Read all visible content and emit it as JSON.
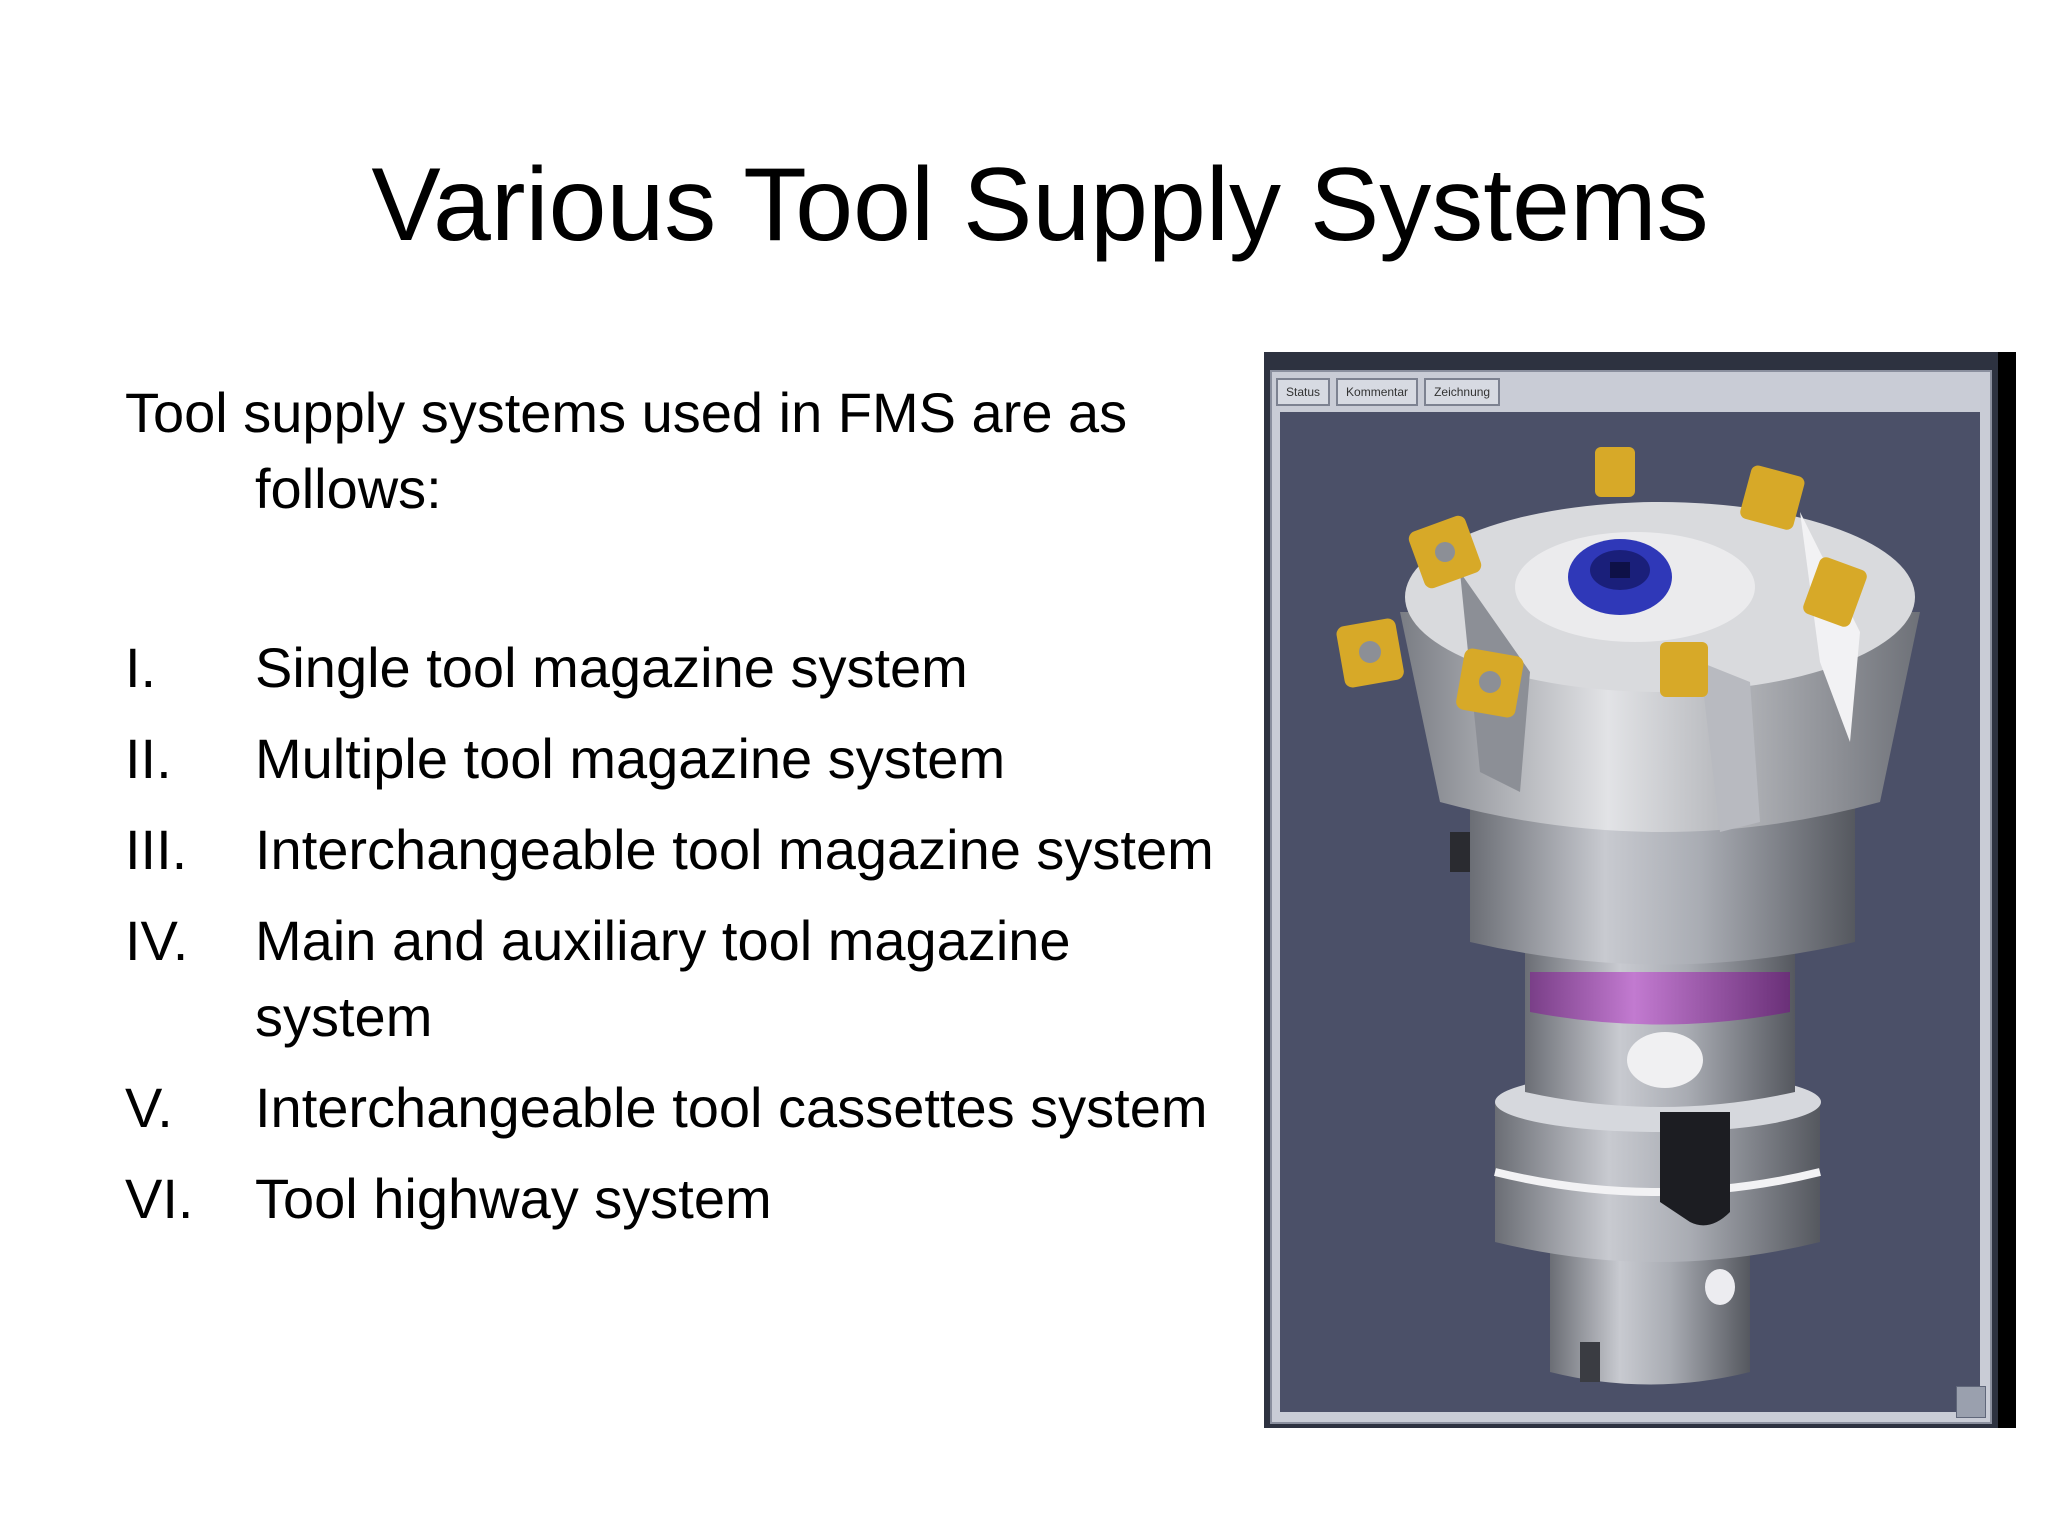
{
  "slide": {
    "title": "Various Tool Supply Systems",
    "intro_line1": "Tool supply systems used in FMS are as",
    "intro_line2": "follows:",
    "items": [
      {
        "num": "I.",
        "text": "Single tool magazine system"
      },
      {
        "num": "II.",
        "text": "Multiple tool magazine system"
      },
      {
        "num": "III.",
        "text": "Interchangeable tool magazine system"
      },
      {
        "num": "IV.",
        "text": "Main and auxiliary tool magazine system"
      },
      {
        "num": "V.",
        "text": "Interchangeable tool cassettes system"
      },
      {
        "num": "VI.",
        "text": "Tool highway system"
      }
    ]
  },
  "figure": {
    "tabs": [
      "Status",
      "Kommentar",
      "Zeichnung"
    ],
    "colors": {
      "viewport": "#4b5068",
      "body": "#b5b8bf",
      "inserts": "#d7a928",
      "bolt": "#2630a6",
      "ring": "#a54fb7"
    }
  }
}
